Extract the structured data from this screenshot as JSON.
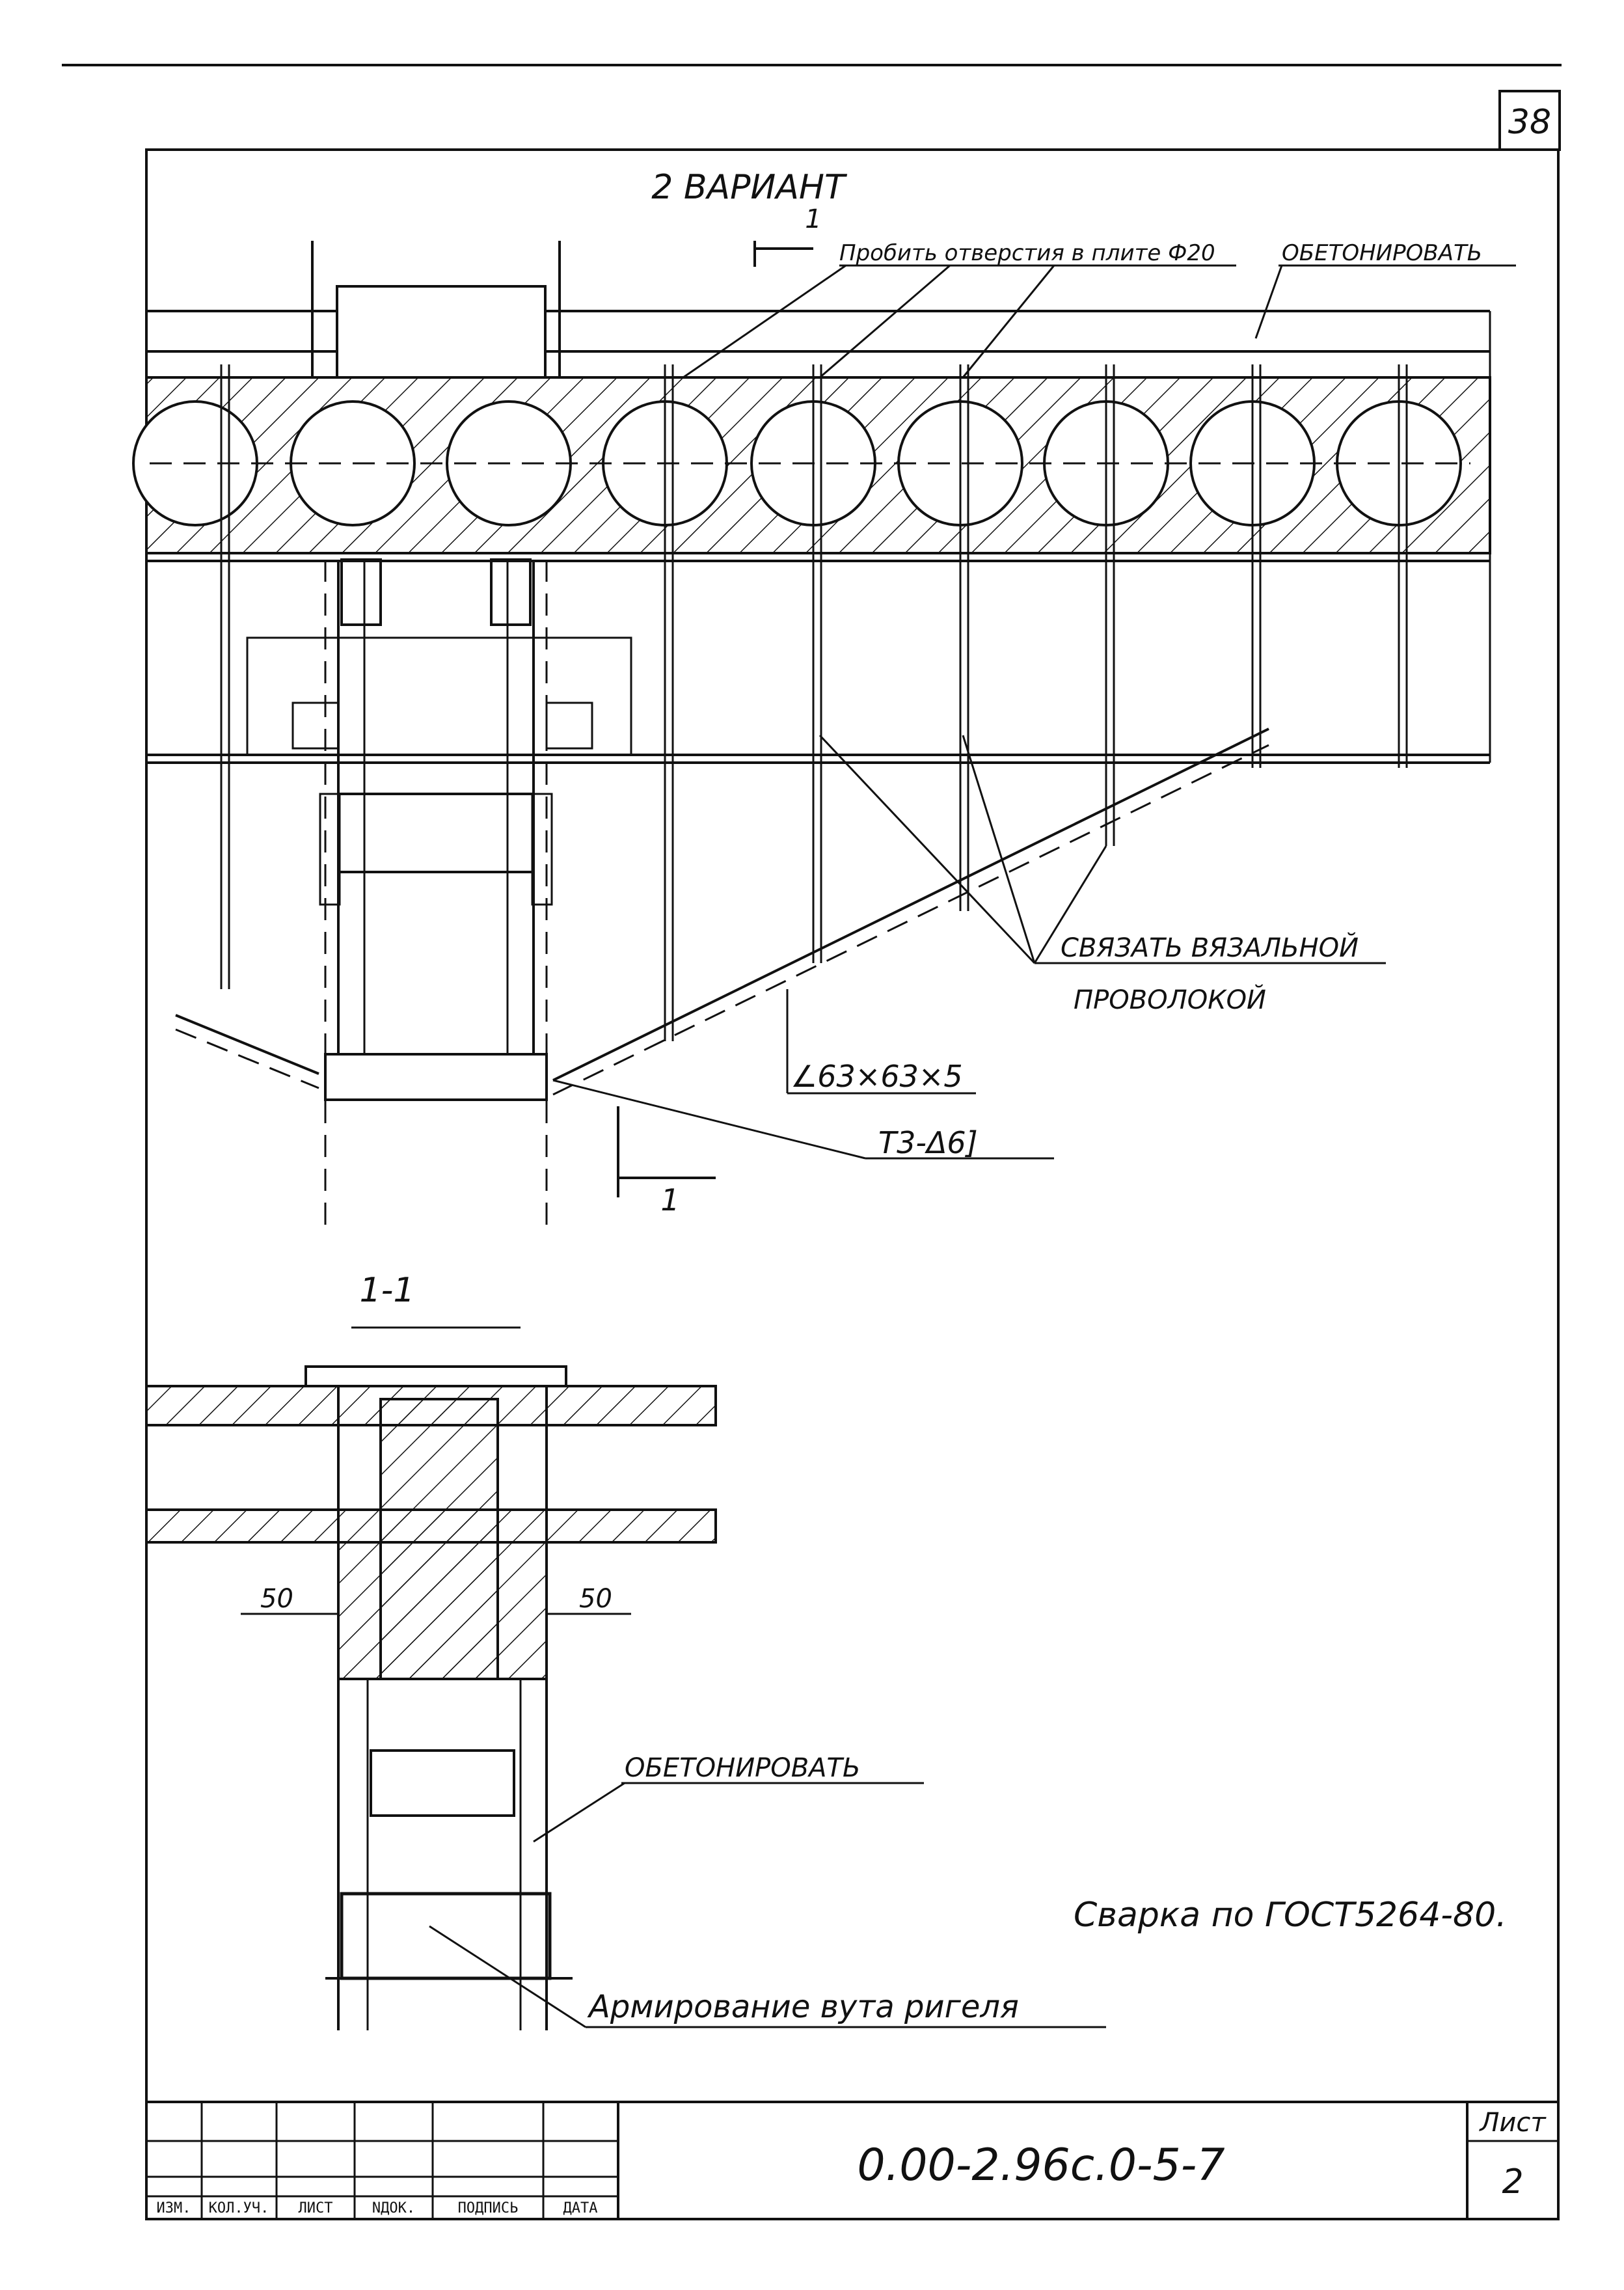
{
  "page": {
    "sheet_number": "38",
    "variant_title": "2 ВАРИАНТ",
    "section_mark": "1"
  },
  "annotations": {
    "punch_holes": "Пробить отверстия в плите Ф20",
    "concrete_top": "ОБЕТОНИРОВАТЬ",
    "tie_wire_line1": "СВЯЗАТЬ ВЯЗАЛЬНОЙ",
    "tie_wire_line2": "ПРОВОЛОКОЙ",
    "angle_profile": "∠63×63×5",
    "weld_type": "Т3-Δ6]",
    "cut_label": "1",
    "section_title": "1-1",
    "dim_left": "50",
    "dim_right": "50",
    "concrete_section": "ОБЕТОНИРОВАТЬ",
    "welding_note": "Сварка по ГОСТ5264-80.",
    "reinforcement_note": "Армирование вута ригеля"
  },
  "title_block": {
    "document_code": "0.00-2.96с.0-5-7",
    "sheet_label": "Лист",
    "sheet_value": "2",
    "columns": [
      "ИЗМ.",
      "КОЛ.УЧ.",
      "ЛИСТ",
      "NДОК.",
      "ПОДПИСЬ",
      "ДАТА"
    ]
  }
}
